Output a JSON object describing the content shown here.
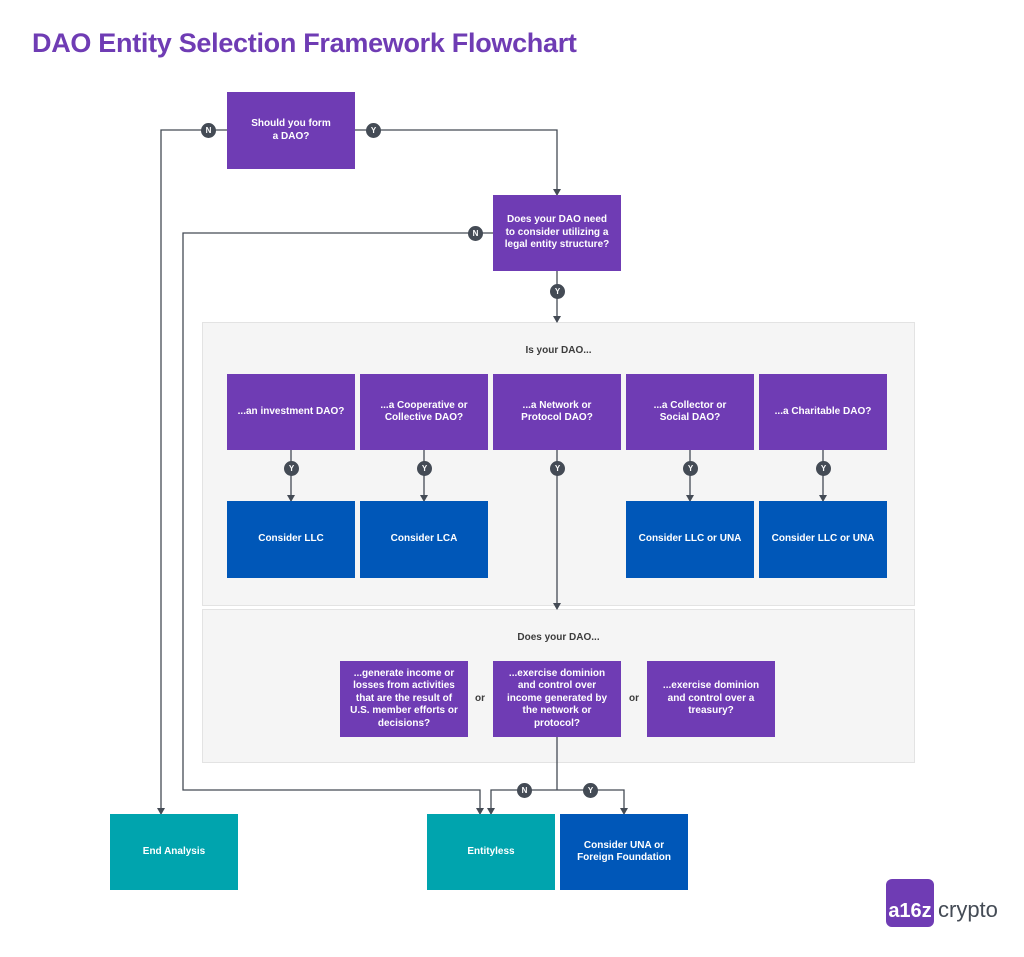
{
  "title": "DAO Entity Selection Framework Flowchart",
  "nodes": {
    "form_dao": "Should you form a DAO?",
    "legal_entity": "Does your DAO need to consider utilizing a legal entity structure?",
    "investment": "...an investment DAO?",
    "cooperative": "...a Cooperative or Collective DAO?",
    "network": "...a Network or Protocol DAO?",
    "collector": "...a Collector or Social DAO?",
    "charitable": "...a Charitable DAO?",
    "consider_llc": "Consider LLC",
    "consider_lca": "Consider LCA",
    "consider_llc_una_1": "Consider LLC or UNA",
    "consider_llc_una_2": "Consider LLC or UNA",
    "generate_income": "...generate income or losses from activities that are the result of U.S. member efforts or decisions?",
    "control_income": "...exercise dominion and control over income generated by the network or protocol?",
    "control_treasury": "...exercise dominion and control over a treasury?",
    "end_analysis": "End Analysis",
    "entityless": "Entityless",
    "una_foundation": "Consider UNA or Foreign Foundation"
  },
  "panels": {
    "is_your_dao": "Is your DAO...",
    "does_your_dao": "Does your DAO..."
  },
  "labels": {
    "yes": "Y",
    "no": "N",
    "or": "or"
  },
  "logo": {
    "mark": "a16z",
    "word": "crypto"
  },
  "colors": {
    "question": "#6f3cb4",
    "recommendation": "#0057b8",
    "terminal": "#00a4ae",
    "connector": "#444b55"
  }
}
